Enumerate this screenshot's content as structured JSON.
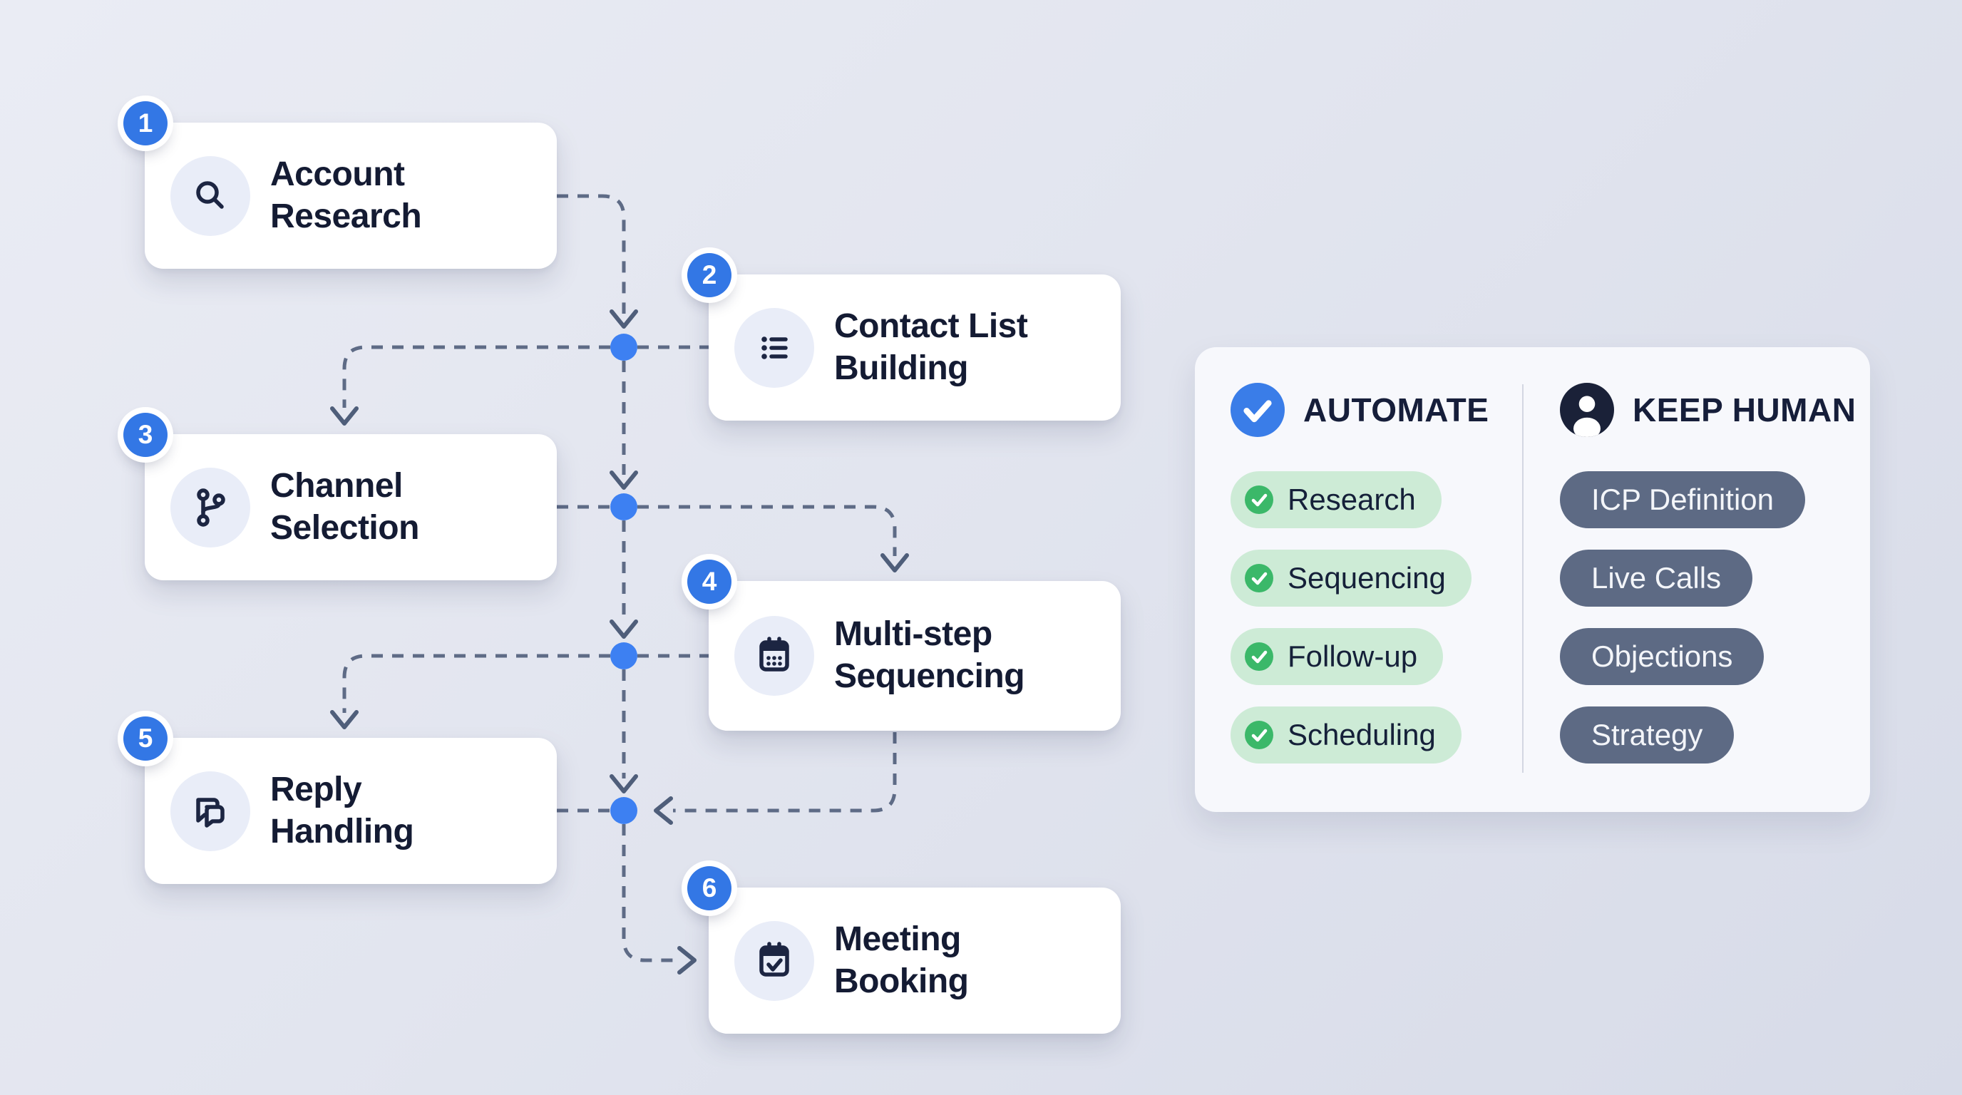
{
  "flow": {
    "steps": [
      {
        "number": "1",
        "title": "Account\nResearch",
        "icon": "search-icon"
      },
      {
        "number": "2",
        "title": "Contact List\nBuilding",
        "icon": "list-icon"
      },
      {
        "number": "3",
        "title": "Channel\nSelection",
        "icon": "git-branch-icon"
      },
      {
        "number": "4",
        "title": "Multi-step\nSequencing",
        "icon": "calendar-icon"
      },
      {
        "number": "5",
        "title": "Reply\nHandling",
        "icon": "chat-bubbles-icon"
      },
      {
        "number": "6",
        "title": "Meeting\nBooking",
        "icon": "calendar-check-icon"
      }
    ]
  },
  "panel": {
    "automate": {
      "label": "AUTOMATE",
      "icon": "check-circle-icon",
      "items": [
        "Research",
        "Sequencing",
        "Follow-up",
        "Scheduling"
      ]
    },
    "keep_human": {
      "label": "KEEP HUMAN",
      "icon": "person-icon",
      "items": [
        "ICP Definition",
        "Live Calls",
        "Objections",
        "Strategy"
      ]
    }
  },
  "colors": {
    "background": "#e2e5ee",
    "card": "#ffffff",
    "badge_blue": "#3377e5",
    "junction_dot_blue": "#3d80f2",
    "connector": "#5e6b86",
    "green_pill": "#cdebd6",
    "green_check": "#3bb869",
    "dark_pill": "#5d6a84",
    "panel": "#f7f8fc",
    "text_dark": "#141b33"
  }
}
